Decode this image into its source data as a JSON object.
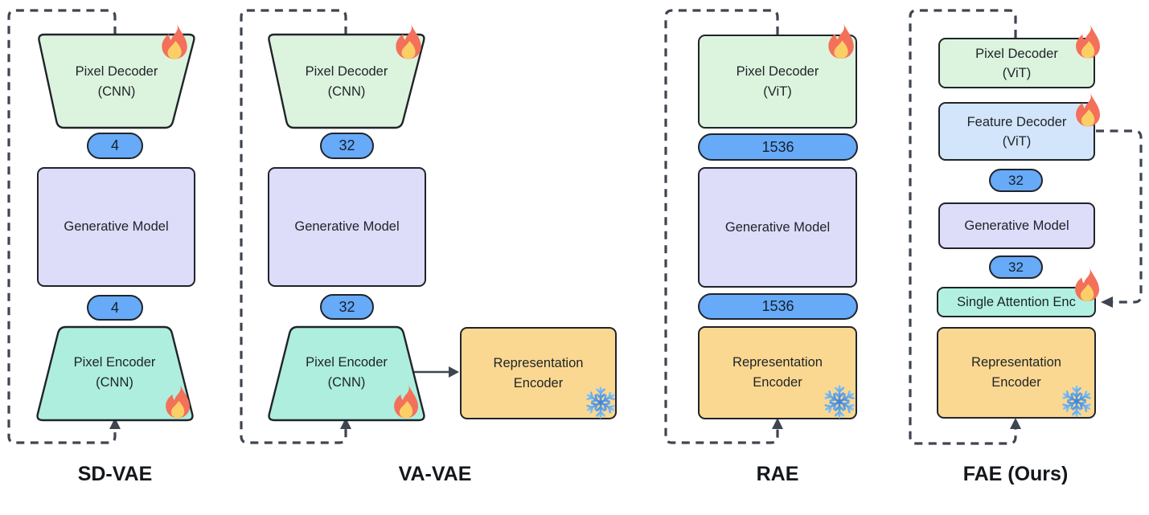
{
  "figure": {
    "description": "Autoencoder architecture comparison diagram"
  },
  "colors": {
    "green": "#dcf4dd",
    "purple": "#dddcf9",
    "teal": "#aeeede",
    "mint": "#b2f1e1",
    "orange": "#fbd891",
    "pill_blue": "#66aaf8",
    "light_blue": "#d3e5fb",
    "outline": "#20242a",
    "dash": "#3f4550",
    "text": "#1e2328",
    "fire_outer": "#f3705b",
    "fire_inner": "#fbcf66",
    "snow_light": "#8cccf8",
    "snow_dark": "#3f84da"
  },
  "icons": {
    "fire-icon": "🔥",
    "snowflake-icon": "❄"
  },
  "panels": [
    {
      "title": "SD-VAE",
      "pixel_decoder": {
        "line1": "Pixel Decoder",
        "line2": "(CNN)"
      },
      "latent_top": "4",
      "generative": "Generative Model",
      "latent_bottom": "4",
      "pixel_encoder": {
        "line1": "Pixel Encoder",
        "line2": "(CNN)"
      }
    },
    {
      "title": "VA-VAE",
      "pixel_decoder": {
        "line1": "Pixel Decoder",
        "line2": "(CNN)"
      },
      "latent_top": "32",
      "generative": "Generative Model",
      "latent_bottom": "32",
      "pixel_encoder": {
        "line1": "Pixel Encoder",
        "line2": "(CNN)"
      },
      "representation_encoder": {
        "line1": "Representation",
        "line2": "Encoder"
      }
    },
    {
      "title": "RAE",
      "pixel_decoder": {
        "line1": "Pixel Decoder",
        "line2": "(ViT)"
      },
      "latent_top": "1536",
      "generative": "Generative Model",
      "latent_bottom": "1536",
      "representation_encoder": {
        "line1": "Representation",
        "line2": "Encoder"
      }
    },
    {
      "title": "FAE (Ours)",
      "pixel_decoder": {
        "line1": "Pixel Decoder",
        "line2": "(ViT)"
      },
      "feature_decoder": {
        "line1": "Feature Decoder",
        "line2": "(ViT)"
      },
      "latent_top": "32",
      "generative": "Generative Model",
      "latent_bottom": "32",
      "single_attention_encoder": "Single Attention Enc",
      "representation_encoder": {
        "line1": "Representation",
        "line2": "Encoder"
      }
    }
  ]
}
